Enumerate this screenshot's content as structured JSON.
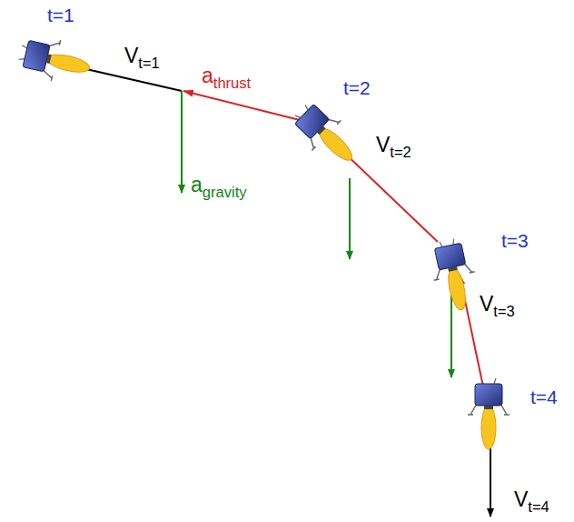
{
  "diagram": {
    "labels": [
      "t=1",
      "Vt=1",
      "athrust",
      "agravity",
      "t=2",
      "Vt=2",
      "t=3",
      "Vt=3",
      "t=4",
      "Vt=4"
    ]
  }
}
